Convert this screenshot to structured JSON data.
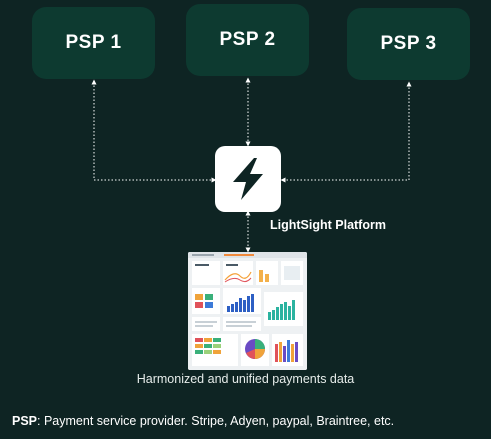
{
  "nodes": {
    "psp1": "PSP 1",
    "psp2": "PSP 2",
    "psp3": "PSP 3",
    "platform": "LightSight Platform"
  },
  "caption": "Harmonized and unified payments data",
  "footnote": {
    "term": "PSP",
    "definition": ": Payment service provider. Stripe, Adyen, paypal, Braintree, etc."
  },
  "icons": {
    "hub": "lightning-bolt-icon",
    "dashboard": "dashboard-thumbnail"
  },
  "colors": {
    "background": "#0e2423",
    "node": "#0d3a30",
    "hub": "#ffffff"
  }
}
